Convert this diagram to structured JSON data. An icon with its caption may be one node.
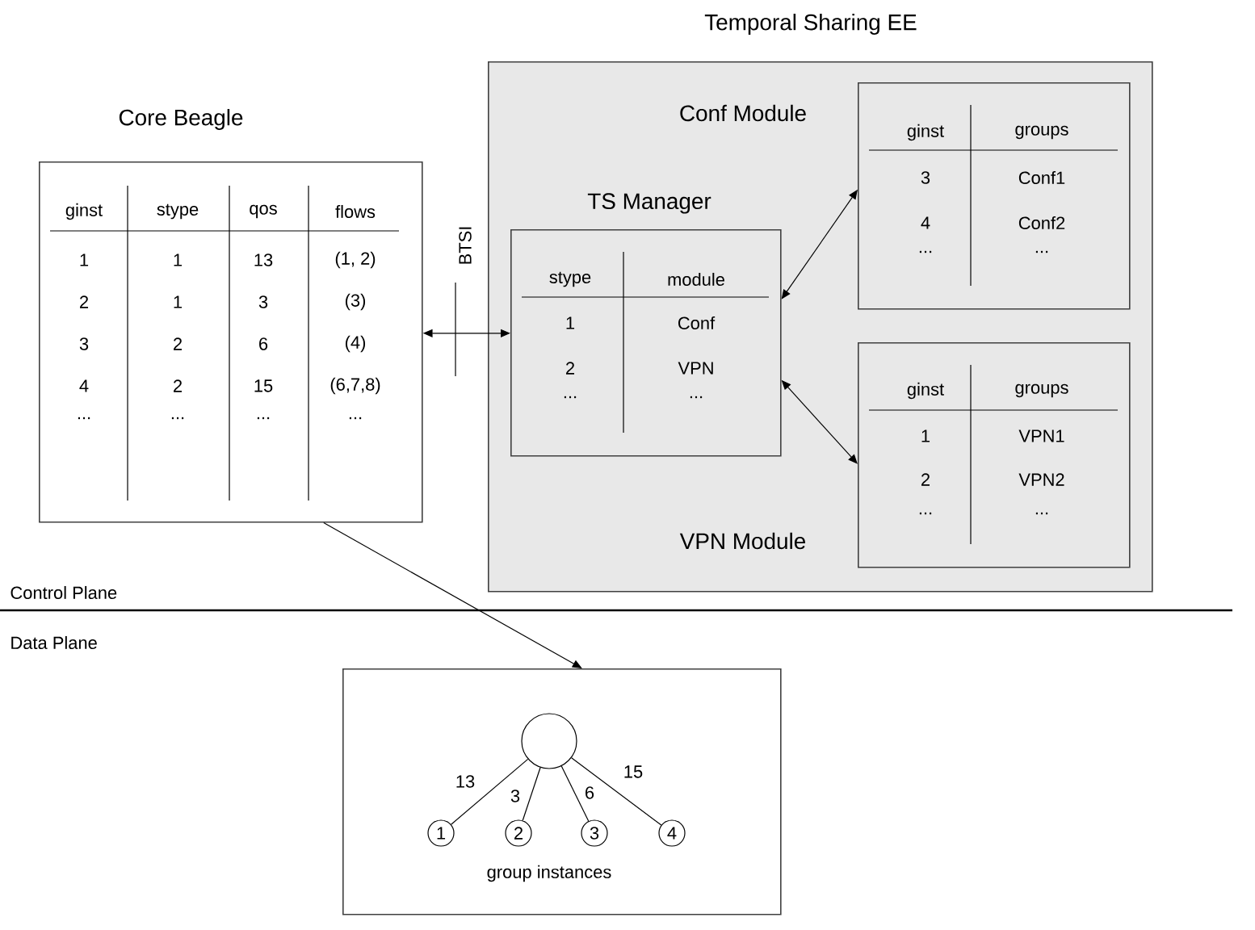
{
  "diagram": {
    "nodes": [
      {
        "text": [
          "Core Beagle",
          "ginst",
          "stype",
          "qos",
          "flows",
          "1",
          "1",
          "13",
          "(1, 2)",
          "2",
          "1",
          "3",
          "(3)",
          "3",
          "2",
          "6",
          "(4)",
          "4",
          "2",
          "15",
          "(6,7,8)",
          "...",
          "...",
          "...",
          "..."
        ]
      },
      {
        "text": [
          "Temporal Sharing EE"
        ]
      },
      {
        "text": [
          "TS Manager",
          "stype",
          "module",
          "1",
          "Conf",
          "2",
          "VPN",
          "...",
          "..."
        ],
        "in": 1
      },
      {
        "text": [
          "Conf Module",
          "ginst",
          "groups",
          "3",
          "Conf1",
          "4",
          "Conf2",
          "...",
          "..."
        ],
        "in": 1
      },
      {
        "text": [
          "VPN Module",
          "ginst",
          "groups",
          "1",
          "VPN1",
          "2",
          "VPN2",
          "...",
          "..."
        ],
        "in": 1
      },
      {
        "text": [
          "group instances"
        ]
      },
      {
        "text": [],
        "shape": "circle",
        "in": 5
      },
      {
        "text": [
          "1"
        ],
        "in": 5
      },
      {
        "text": [
          "2"
        ],
        "in": 5
      },
      {
        "text": [
          "3"
        ],
        "in": 5
      },
      {
        "text": [
          "4"
        ],
        "in": 5
      }
    ],
    "edges": [
      {
        "from": 0,
        "to": 2,
        "arrow": "both",
        "label": "BTSI"
      },
      {
        "from": 2,
        "to": 3,
        "arrow": "both"
      },
      {
        "from": 2,
        "to": 4,
        "arrow": "both"
      },
      {
        "from": 0,
        "to": 5,
        "arrow": "to"
      },
      {
        "from": 6,
        "to": 7,
        "arrow": "none",
        "label": "13"
      },
      {
        "from": 6,
        "to": 8,
        "arrow": "none",
        "label": "3"
      },
      {
        "from": 6,
        "to": 9,
        "arrow": "none",
        "label": "6"
      },
      {
        "from": 6,
        "to": 10,
        "arrow": "none",
        "label": "15"
      }
    ],
    "labels": [
      "Control Plane",
      "Data Plane"
    ]
  }
}
